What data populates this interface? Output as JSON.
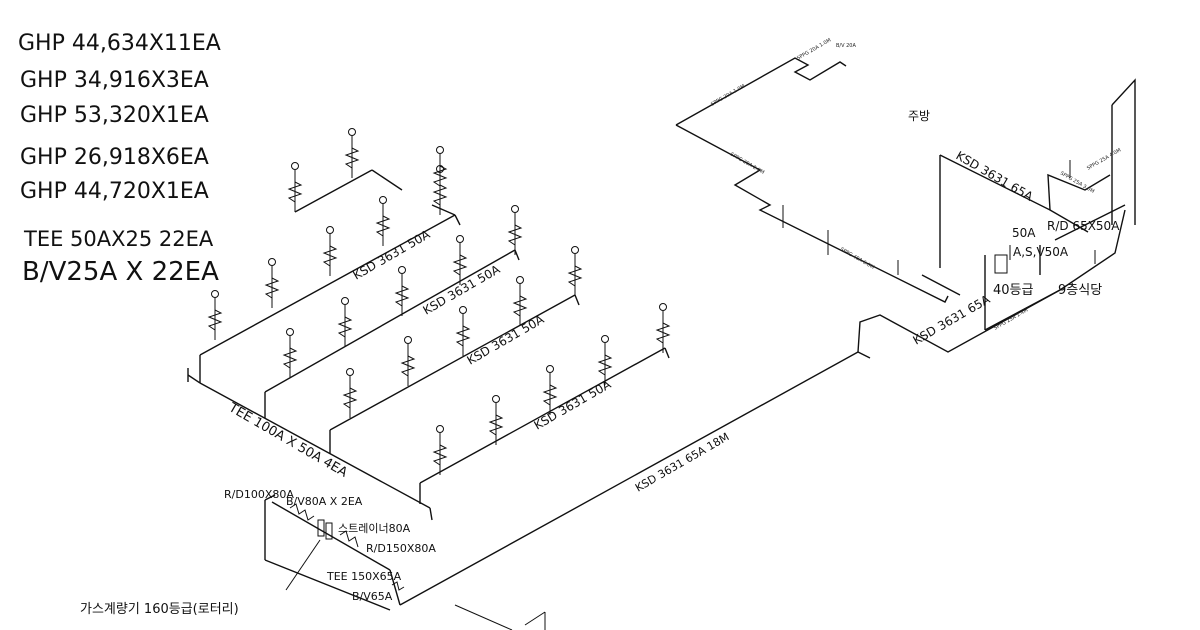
{
  "summary": [
    "GHP 44,634X11EA",
    "GHP 34,916X3EA",
    "GHP 53,320X1EA",
    "GHP 26,918X6EA",
    "GHP 44,720X1EA",
    "TEE  50AX25 22EA",
    "B/V25A X 22EA"
  ],
  "branch_label": "KSD 3631 50A",
  "header_label": "TEE 100A X 50A 4EA",
  "main_run_label": "KSD 3631 65A 18M",
  "riser_label": "KSD 3631 65A",
  "room_kitchen": "주방",
  "room_grade": "40등급",
  "room_cafeteria": "9층식당",
  "valve_labels": {
    "rd100x80": "R/D100X80A",
    "bv80": "B/V80A X 2EA",
    "strainer": "스트레이너80A",
    "rd150x80": "R/D150X80A",
    "tee150x65": "TEE 150X65A",
    "bv65": "B/V65A",
    "meter": "가스계량기 160등급(로터리)"
  },
  "right_labels": {
    "rd65x50": "R/D 65X50A",
    "as_v50": "A,S,V50A",
    "size50": "50A"
  },
  "tiny_labels": [
    "SPPG 20A 1.0M",
    "SPPG 20A 1.0M",
    "SPPG 20A 2.0M",
    "SPPG 40A 6.0M",
    "B/V 20A",
    "SPPG 25A 3.0M",
    "SPPG 25A 1.4M",
    "SPPG 25A 4.0M"
  ]
}
